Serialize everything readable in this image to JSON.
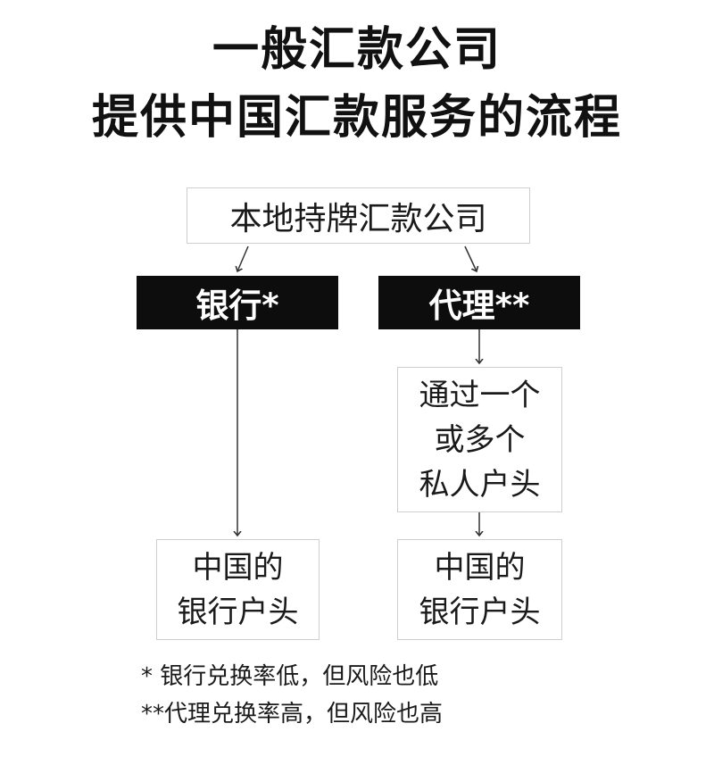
{
  "title": {
    "line1": "一般汇款公司",
    "line2": "提供中国汇款服务的流程"
  },
  "nodes": {
    "source": "本地持牌汇款公司",
    "bank": "银行*",
    "agent": "代理**",
    "private_accounts": [
      "通过一个",
      "或多个",
      "私人户头"
    ],
    "bank_destination": [
      "中国的",
      "银行户头"
    ],
    "agent_destination": [
      "中国的",
      "银行户头"
    ]
  },
  "notes": {
    "bank_note": "* 银行兑换率低，但风险也低",
    "agent_note": "**代理兑换率高，但风险也高"
  },
  "colors": {
    "dark_box": "#0d0d0d",
    "outline": "#cfcfcf",
    "text": "#111111",
    "arrow": "#333333"
  }
}
